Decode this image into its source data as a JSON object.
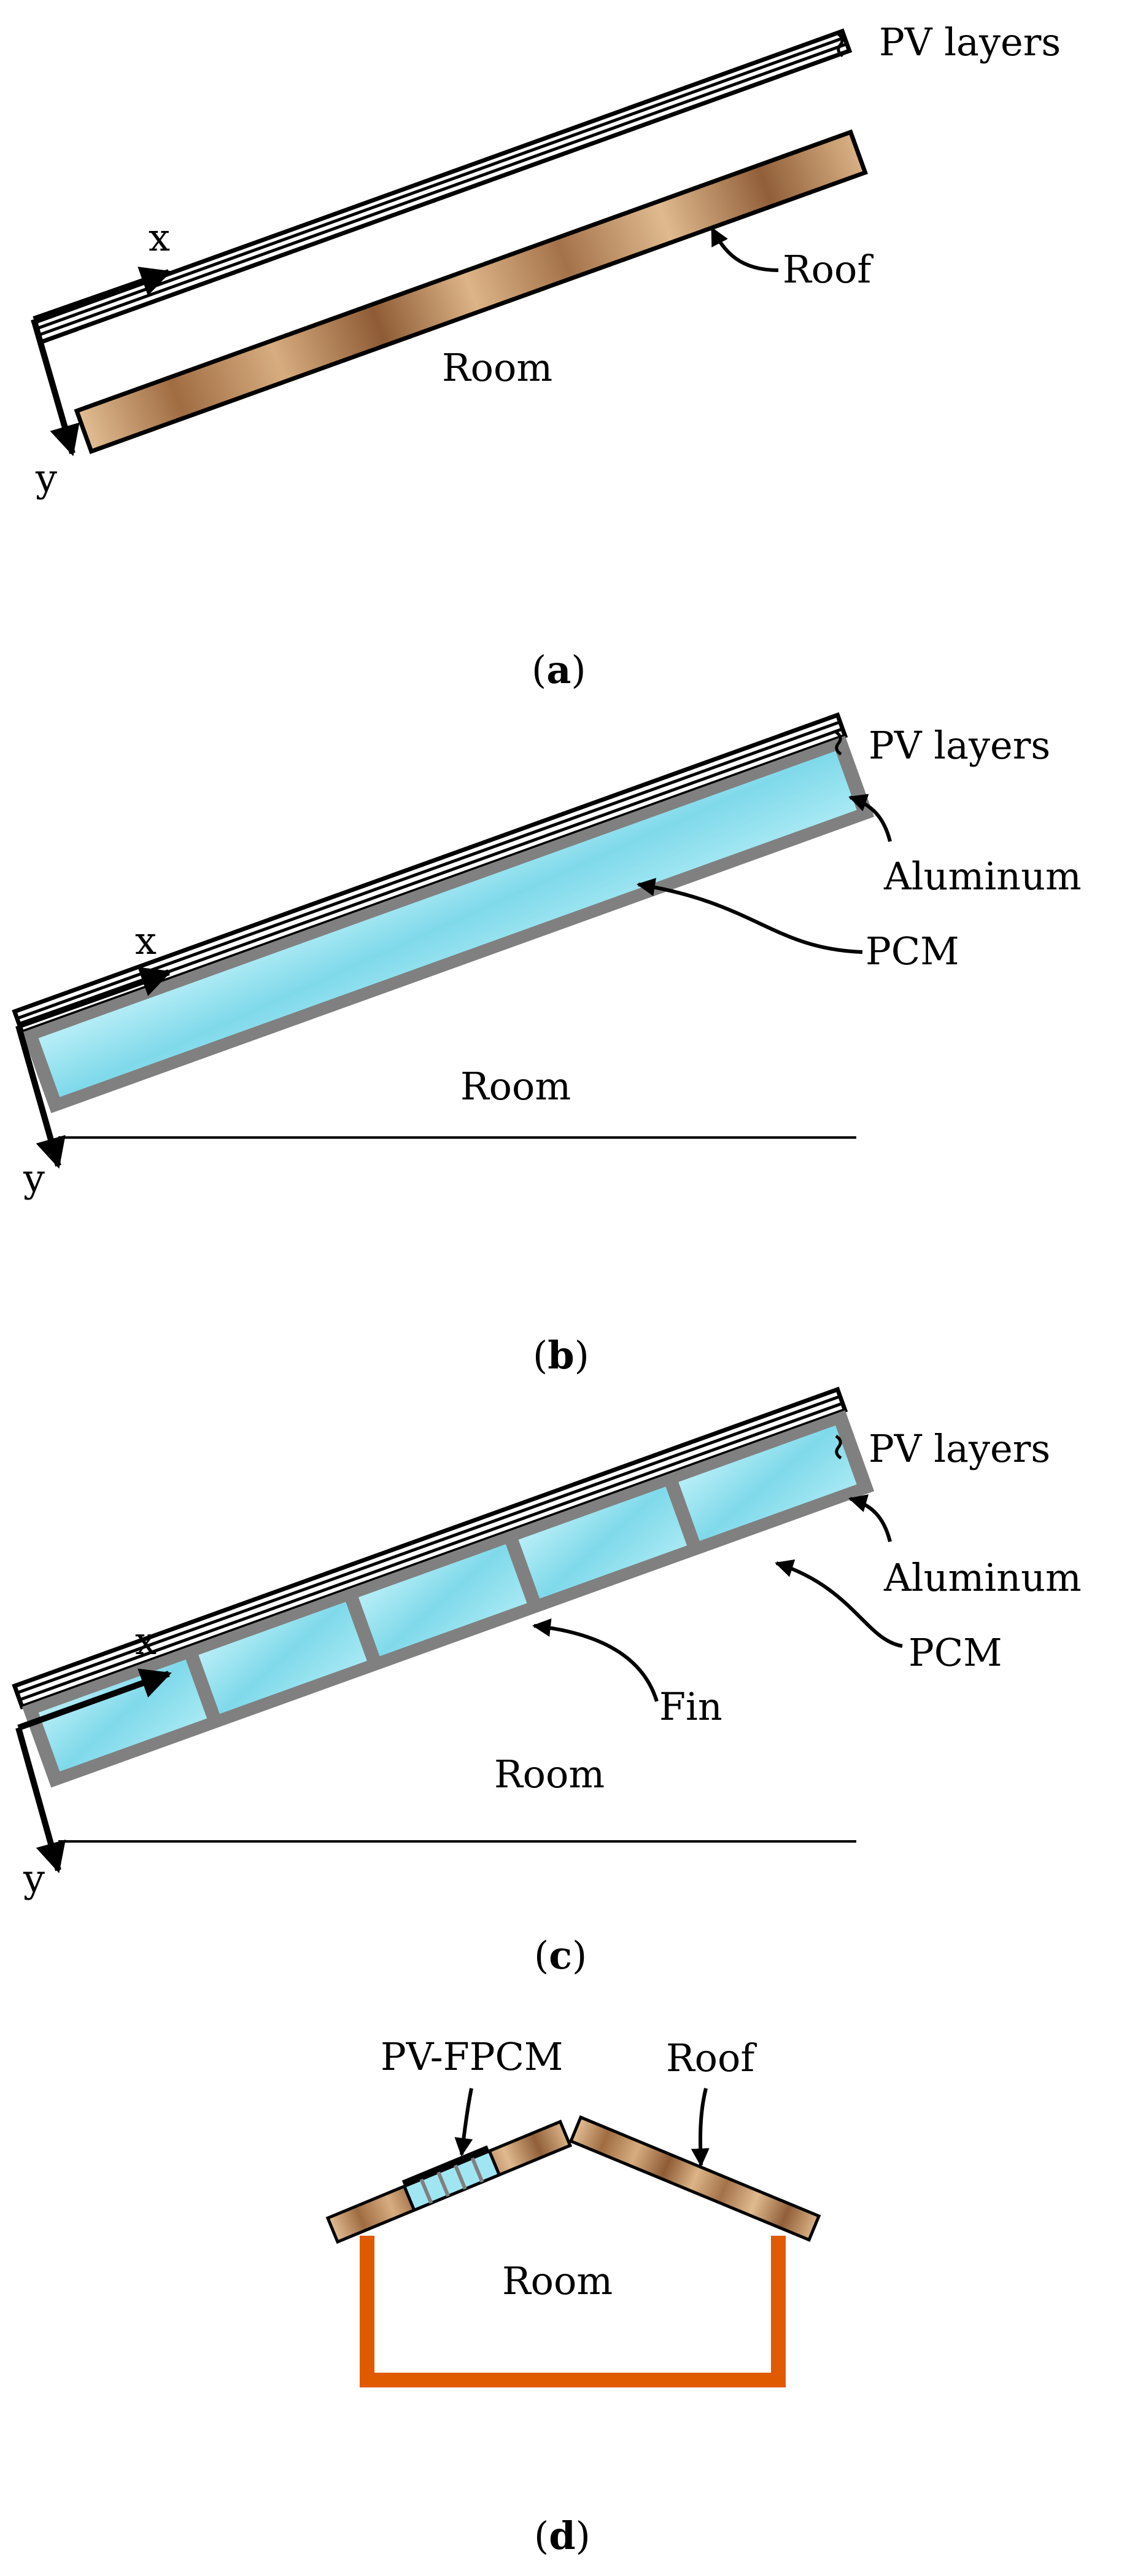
{
  "panel_a": {
    "label_pv_layers": "PV layers",
    "label_roof": "Roof",
    "label_room": "Room",
    "axis_x": "x",
    "axis_y": "y",
    "caption_letter": "a"
  },
  "panel_b": {
    "label_pv_layers": "PV layers",
    "label_aluminum": "Aluminum",
    "label_pcm": "PCM",
    "label_room": "Room",
    "axis_x": "x",
    "axis_y": "y",
    "caption_letter": "b"
  },
  "panel_c": {
    "label_pv_layers": "PV layers",
    "label_aluminum": "Aluminum",
    "label_pcm": "PCM",
    "label_fin": "Fin",
    "label_room": "Room",
    "axis_x": "x",
    "axis_y": "y",
    "caption_letter": "c"
  },
  "panel_d": {
    "label_pv_fpcm": "PV-FPCM",
    "label_roof": "Roof",
    "label_room": "Room",
    "caption_letter": "d"
  },
  "colors": {
    "wood": "#c69a6d",
    "wood_dark": "#8a5a36",
    "pcm": "#9fe6f2",
    "aluminum": "#808080",
    "wall": "#e05a00"
  }
}
